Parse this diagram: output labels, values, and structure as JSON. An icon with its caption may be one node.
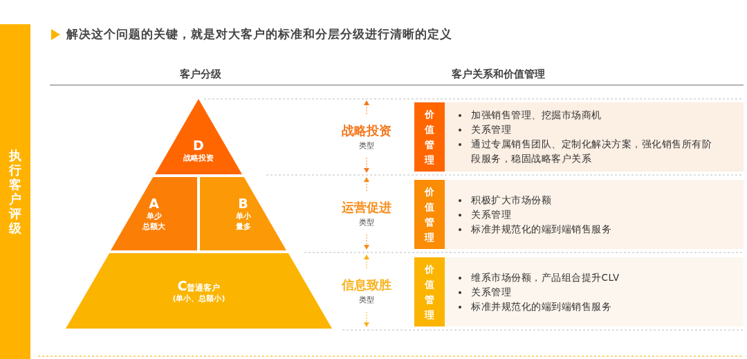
{
  "diagram": {
    "title": "解决这个问题的关键，就是对大客户的标准和分层分级进行清晰的定义",
    "nodes": [
      {
        "text": [
          "执行客户评级"
        ]
      },
      {
        "text": [
          "D",
          "战略投资"
        ]
      },
      {
        "text": [
          "A",
          "单少",
          "总额大"
        ]
      },
      {
        "text": [
          "B",
          "单小",
          "量多"
        ]
      },
      {
        "text": [
          "C",
          "普通客户",
          "(单小、总额小)"
        ]
      },
      {
        "text": [
          "战略投资",
          "类型"
        ]
      },
      {
        "text": [
          "价值管理"
        ]
      },
      {
        "text": [
          "加强销售管理、挖掘市场商机",
          "关系管理",
          "通过专属销售团队、定制化解决方案，强化销售所有阶段服务，稳固战略客户关系"
        ]
      },
      {
        "text": [
          "运营促进",
          "类型"
        ]
      },
      {
        "text": [
          "价值管理"
        ]
      },
      {
        "text": [
          "积极扩大市场份额",
          "关系管理",
          "标准并规范化的端到端销售服务"
        ]
      },
      {
        "text": [
          "信息致胜",
          "类型"
        ]
      },
      {
        "text": [
          "价值管理"
        ]
      },
      {
        "text": [
          "维系市场份额，产品组合提升CLV",
          "关系管理",
          "标准并规范化的端到端销售服务"
        ]
      }
    ],
    "edges": [],
    "labels": [
      "客户分级",
      "客户关系和价值管理"
    ]
  }
}
